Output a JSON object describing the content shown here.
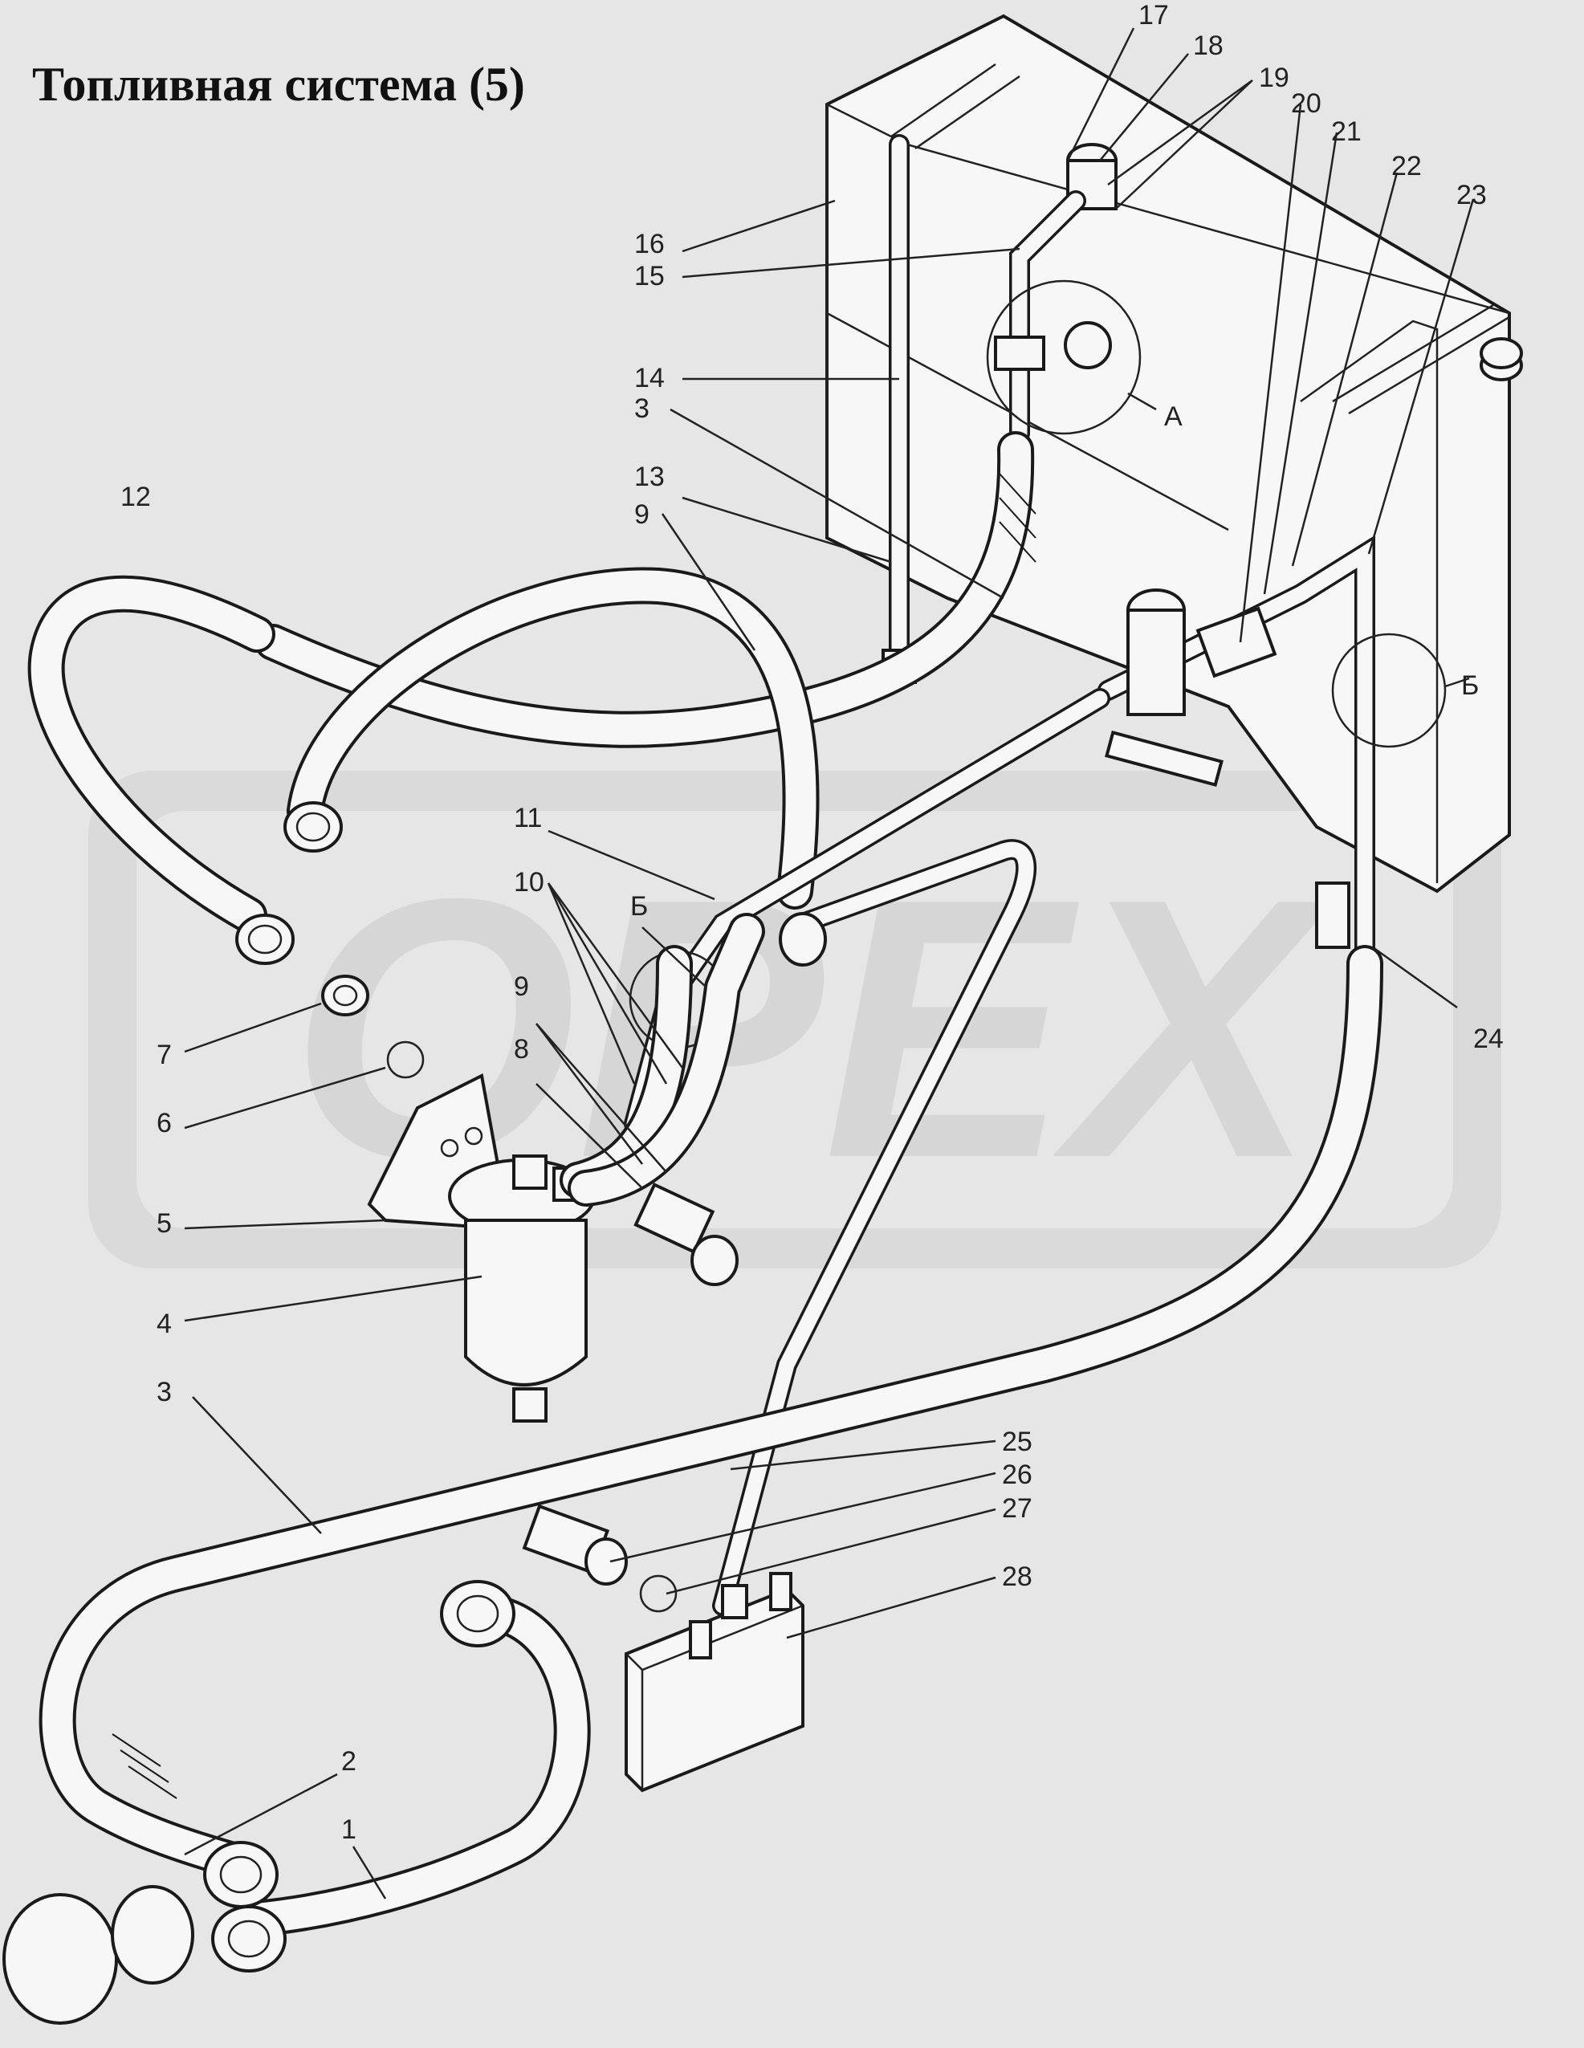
{
  "diagram": {
    "title": "Топливная система  (5)",
    "watermark": "OPEX",
    "callouts": [
      {
        "id": "c17",
        "text": "17"
      },
      {
        "id": "c18",
        "text": "18"
      },
      {
        "id": "c19",
        "text": "19"
      },
      {
        "id": "c20",
        "text": "20"
      },
      {
        "id": "c21",
        "text": "21"
      },
      {
        "id": "c22",
        "text": "22"
      },
      {
        "id": "c23",
        "text": "23"
      },
      {
        "id": "c16",
        "text": "16"
      },
      {
        "id": "c15",
        "text": "15"
      },
      {
        "id": "c14",
        "text": "14"
      },
      {
        "id": "c3a",
        "text": "3"
      },
      {
        "id": "c13",
        "text": "13"
      },
      {
        "id": "c9a",
        "text": "9"
      },
      {
        "id": "c12",
        "text": "12"
      },
      {
        "id": "cA",
        "text": "А"
      },
      {
        "id": "cB1",
        "text": "Б"
      },
      {
        "id": "c11",
        "text": "11"
      },
      {
        "id": "c10",
        "text": "10"
      },
      {
        "id": "cB2",
        "text": "Б"
      },
      {
        "id": "c9b",
        "text": "9"
      },
      {
        "id": "c8",
        "text": "8"
      },
      {
        "id": "c7",
        "text": "7"
      },
      {
        "id": "c6",
        "text": "6"
      },
      {
        "id": "c5",
        "text": "5"
      },
      {
        "id": "c4",
        "text": "4"
      },
      {
        "id": "c24",
        "text": "24"
      },
      {
        "id": "c3b",
        "text": "3"
      },
      {
        "id": "c25",
        "text": "25"
      },
      {
        "id": "c26",
        "text": "26"
      },
      {
        "id": "c27",
        "text": "27"
      },
      {
        "id": "c28",
        "text": "28"
      },
      {
        "id": "c2",
        "text": "2"
      },
      {
        "id": "c1",
        "text": "1"
      }
    ]
  }
}
